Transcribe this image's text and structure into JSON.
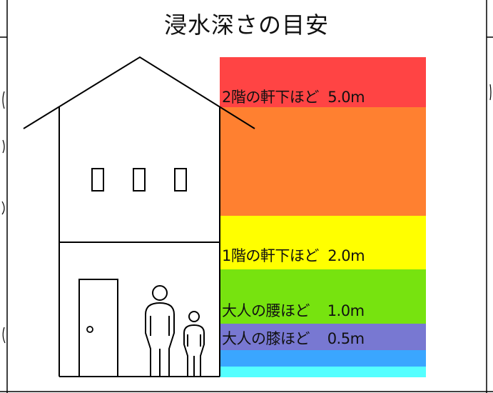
{
  "title": "浸水深さの目安",
  "bands": [
    {
      "label": "2階の軒下ほど  5.0m",
      "color": "#ff4444"
    },
    {
      "label": "",
      "color": "#ff8030"
    },
    {
      "label": "1階の軒下ほど  2.0m",
      "color": "#ffff00"
    },
    {
      "label": "大人の腰ほど    1.0m",
      "color": "#77e30f"
    },
    {
      "label": "大人の膝ほど    0.5m",
      "color": "#7878d2"
    },
    {
      "label": "",
      "color": "#3aa6ff"
    },
    {
      "label": "",
      "color": "#55ffff"
    }
  ]
}
